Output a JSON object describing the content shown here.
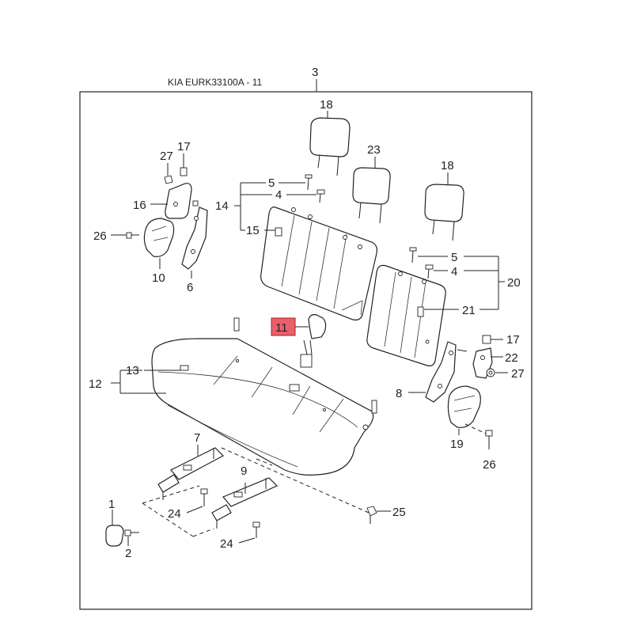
{
  "title": "KIA EURK33100A - 11",
  "highlight_color": "#e8606a",
  "callouts": {
    "c3": "3",
    "c18a": "18",
    "c18b": "18",
    "c23": "23",
    "c27a": "27",
    "c17a": "17",
    "c16": "16",
    "c26a": "26",
    "c10": "10",
    "c6": "6",
    "c5a": "5",
    "c4a": "4",
    "c14": "14",
    "c15": "15",
    "c5b": "5",
    "c4b": "4",
    "c20": "20",
    "c21": "21",
    "c11": "11",
    "c17b": "17",
    "c22": "22",
    "c27b": "27",
    "c13": "13",
    "c12": "12",
    "c8": "8",
    "c19": "19",
    "c26b": "26",
    "c7": "7",
    "c9": "9",
    "c25": "25",
    "c24a": "24",
    "c24b": "24",
    "c1": "1",
    "c2": "2"
  }
}
